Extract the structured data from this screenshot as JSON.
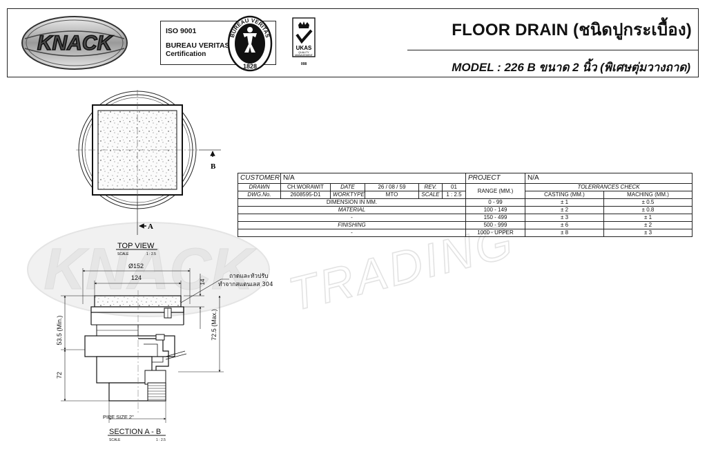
{
  "header": {
    "logo_text": "KNACK",
    "cert_iso": "ISO 9001",
    "cert_org": "BUREAU VERITAS",
    "cert_label": "Certification",
    "seal_text": "BUREAU VERITAS",
    "seal_year": "1828",
    "ukas_text": "UKAS",
    "ukas_sub1": "QUALITY",
    "ukas_sub2": "MANAGEMENT",
    "ukas_num": "008",
    "title": "FLOOR DRAIN (ชนิดปูกระเบื้อง)",
    "model_prefix": "MODEL :",
    "model_rest": "226 B ขนาด 2 นิ้ว (พิเศษตุ่มวางถาด)"
  },
  "table": {
    "customer_label": "CUSTOMER",
    "customer_value": "N/A",
    "project_label": "PROJECT",
    "project_value": "N/A",
    "drawn_label": "DRAWN",
    "drawn_value": "CH.WORAWIT",
    "date_label": "DATE",
    "date_value": "26 / 08 / 59",
    "rev_label": "REV.",
    "rev_value": "01",
    "dwg_label": "DWG.No.",
    "dwg_value": "2608595-D1",
    "worktype_label": "WORKTYPE",
    "worktype_value": "MTO",
    "scale_label": "SCALE",
    "scale_value": "1 : 2.5",
    "range_label": "RANGE",
    "range_unit": "(MM.)",
    "tol_label": "TOLERRANCES CHECK",
    "casting_label": "CASTING (MM.)",
    "maching_label": "MACHING (MM.)",
    "dimension_note": "DIMENSION IN MM.",
    "material_label": "MATERIAL",
    "material_value": "-",
    "finishing_label": "FINISHING",
    "finishing_value": "-",
    "rows": [
      {
        "range": "0 - 99",
        "casting": "± 1",
        "maching": "± 0.5"
      },
      {
        "range": "100 - 149",
        "casting": "± 2",
        "maching": "± 0.8"
      },
      {
        "range": "150 - 499",
        "casting": "± 3",
        "maching": "± 1"
      },
      {
        "range": "500 - 999",
        "casting": "± 6",
        "maching": "± 2"
      },
      {
        "range": "1000 - UPPER",
        "casting": "± 8",
        "maching": "± 3"
      }
    ]
  },
  "watermark": {
    "text1": "KNACK",
    "text2": "TRADING"
  },
  "drawing": {
    "section_marker_b": "B",
    "section_marker_a": "A",
    "top_view_title": "TOP  VIEW",
    "top_view_scale_label": "SCALE",
    "top_view_scale_value": "1 : 2.5",
    "dim_outer": "Ø152",
    "dim_inner": "124",
    "dim_top": "14",
    "dim_min": "53.5 (Min.)",
    "dim_max": "72.5 (Max.)",
    "dim_bottom": "72",
    "note_line1": "ถาดและหัวปรับ",
    "note_line2": "ทำจากสแตนเลส 304",
    "pipe_size": "PIPE SIZE 2\"",
    "section_title": "SECTION  A - B",
    "section_scale_label": "SCALE",
    "section_scale_value": "1 : 2.5"
  }
}
